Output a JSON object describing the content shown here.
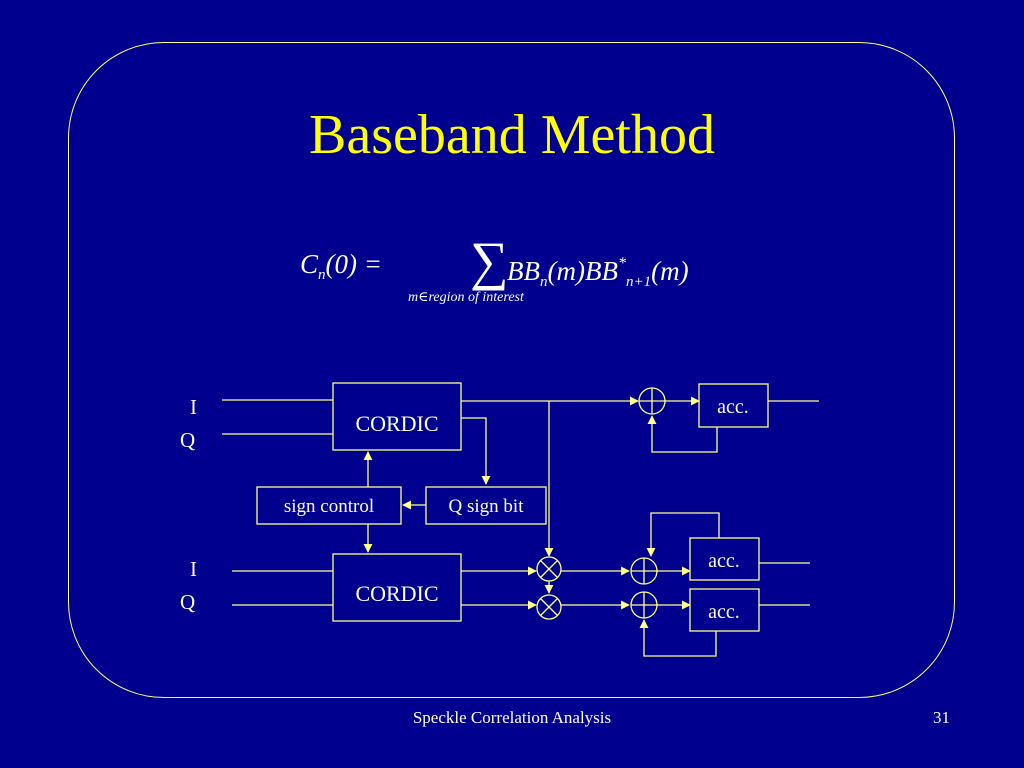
{
  "slide": {
    "title": "Baseband Method",
    "footer_center": "Speckle Correlation Analysis",
    "page_number": "31"
  },
  "formula": {
    "lhs_symbol": "C",
    "lhs_subscript": "n",
    "lhs_args": "(0) =",
    "sum_symbol": "∑",
    "rhs_term1": "BB",
    "rhs_sub1": "n",
    "rhs_arg1": "(m)",
    "rhs_term2": "BB",
    "rhs_sup2": "*",
    "rhs_sub2": "n+1",
    "rhs_arg2": "(m)",
    "region_label": "m∈region of interest"
  },
  "diagram": {
    "top_input_i": "I",
    "top_input_q": "Q",
    "bottom_input_i": "I",
    "bottom_input_q": "Q",
    "cordic_top": "CORDIC",
    "cordic_bottom": "CORDIC",
    "sign_control": "sign control",
    "q_sign_bit": "Q sign bit",
    "acc_top": "acc.",
    "acc_middle": "acc.",
    "acc_bottom": "acc."
  },
  "colors": {
    "background": "#00008f",
    "title": "#ffff00",
    "lines": "#ffff8a",
    "text": "#ffffff"
  }
}
